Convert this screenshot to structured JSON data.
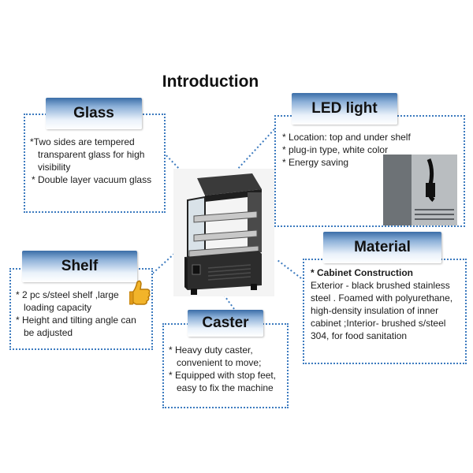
{
  "title": "Introduction",
  "glass": {
    "header": "Glass",
    "items": [
      "*Two sides are tempered transparent glass for high visibility",
      "* Double layer vacuum glass"
    ]
  },
  "led": {
    "header": "LED light",
    "items": [
      "* Location: top and under shelf",
      "* plug-in type, white color",
      "* Energy saving"
    ]
  },
  "shelf": {
    "header": "Shelf",
    "items": [
      "* 2 pc s/steel shelf ,large loading capacity",
      "* Height and tilting angle can be adjusted"
    ]
  },
  "material": {
    "header": "Material",
    "subheading": "* Cabinet Construction",
    "body": "Exterior - black brushed stainless steel . Foamed with polyurethane, high-density insulation of inner cabinet ;Interior- brushed s/steel 304, for food sanitation"
  },
  "caster": {
    "header": "Caster",
    "items": [
      "* Heavy duty caster, convenient to move;",
      "* Equipped with stop feet, easy to fix the machine"
    ]
  },
  "colors": {
    "accent": "#3d7bbf",
    "header_dark": "#3a6da7",
    "header_light": "#e9f1fa"
  }
}
